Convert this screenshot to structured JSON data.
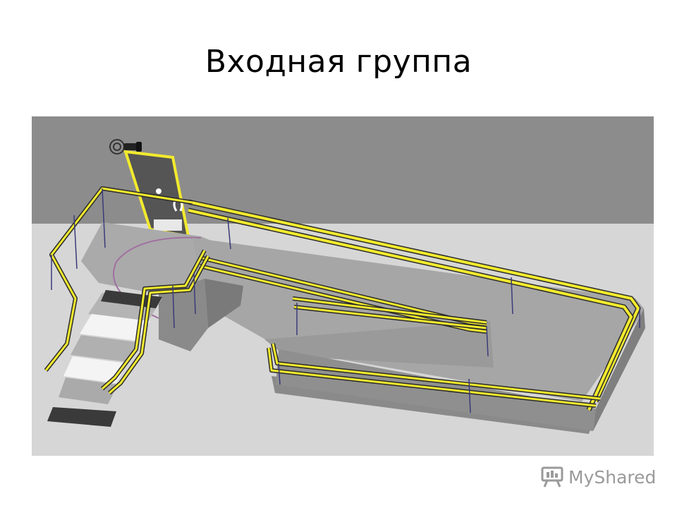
{
  "slide": {
    "title": "Входная группа"
  },
  "illustration": {
    "subject": "entrance-group-ramp-stairs-3d",
    "colors": {
      "wall": "#8c8c8c",
      "floor": "#d6d6d6",
      "platform_top": "#aaaaaa",
      "platform_side": "#8a8a8a",
      "handrail": "#f2ea2e",
      "handrail_edge": "#2a2a2a",
      "door": "#555555",
      "door_swing": "#a070a0",
      "tactile": "#3a3a3a",
      "post": "#3a3a7a"
    }
  },
  "watermark": {
    "text": "MyShared",
    "color": "#9a9a9a",
    "icon": "presentation-board-icon"
  }
}
